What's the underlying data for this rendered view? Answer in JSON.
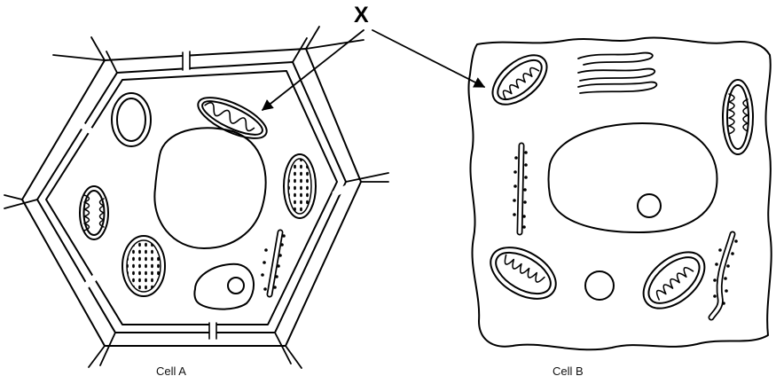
{
  "label_x": "X",
  "cell_a_caption": "Cell A",
  "cell_b_caption": "Cell B",
  "colors": {
    "ink": "#000000",
    "background": "#ffffff"
  }
}
